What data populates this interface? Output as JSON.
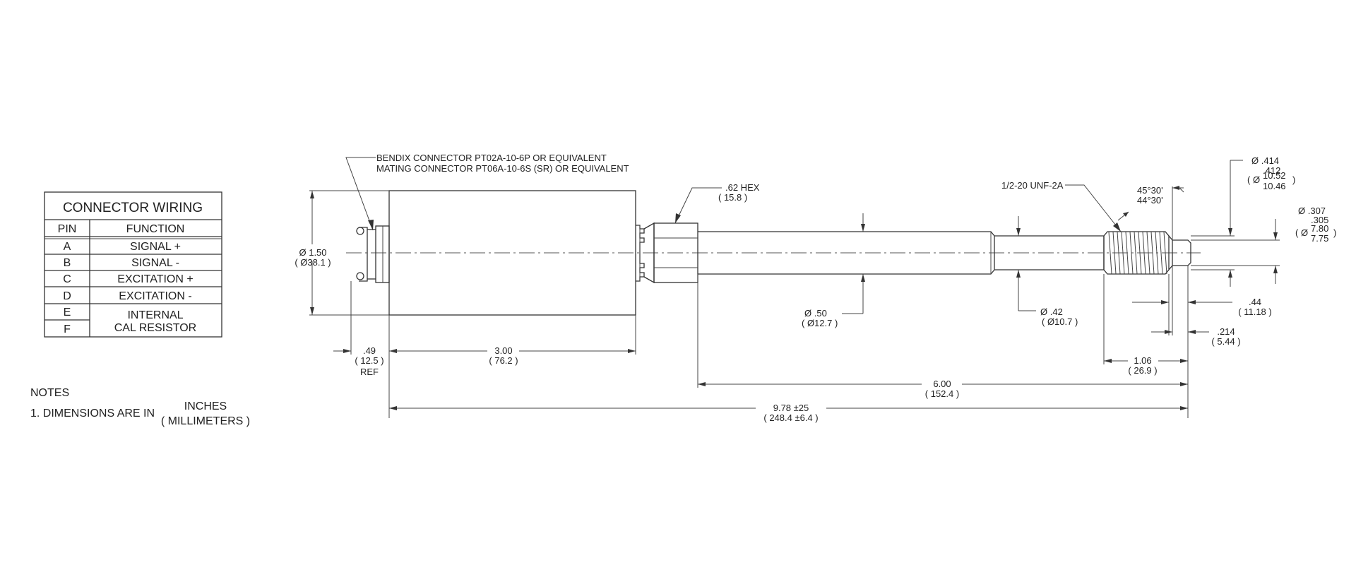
{
  "wiring_table": {
    "title": "CONNECTOR WIRING",
    "headers": [
      "PIN",
      "FUNCTION"
    ],
    "rows": [
      {
        "pin": "A",
        "function": "SIGNAL +"
      },
      {
        "pin": "B",
        "function": "SIGNAL -"
      },
      {
        "pin": "C",
        "function": "EXCITATION +"
      },
      {
        "pin": "D",
        "function": "EXCITATION -"
      },
      {
        "pin": "E",
        "function": "INTERNAL"
      },
      {
        "pin": "F",
        "function": "CAL RESISTOR"
      }
    ]
  },
  "notes": {
    "title": "NOTES",
    "item1_prefix": "1. DIMENSIONS ARE IN",
    "item1_unit_top": "INCHES",
    "item1_unit_bottom": "( MILLIMETERS )"
  },
  "callouts": {
    "connector_line1": "BENDIX CONNECTOR  PT02A-10-6P OR EQUIVALENT",
    "connector_line2": "MATING CONNECTOR  PT06A-10-6S (SR) OR EQUIVALENT",
    "hex": ".62 HEX",
    "hex_mm": "( 15.8 )",
    "thread": "1/2-20 UNF-2A",
    "angle1": "45°30'",
    "angle2": "44°30'"
  },
  "dimensions": {
    "body_dia": "Ø 1.50",
    "body_dia_mm": "( Ø38.1 )",
    "conn_len": ".49",
    "conn_len_mm": "( 12.5 )",
    "conn_ref": "REF",
    "body_len": "3.00",
    "body_len_mm": "( 76.2 )",
    "stem_dia": "Ø .50",
    "stem_dia_mm": "( Ø12.7 )",
    "neck_dia": "Ø .42",
    "neck_dia_mm": "( Ø10.7 )",
    "stem_len": "6.00",
    "stem_len_mm": "( 152.4 )",
    "overall_len": "9.78 ±25",
    "overall_len_mm": "( 248.4 ±6.4 )",
    "thread_len": "1.06",
    "thread_len_mm": "( 26.9 )",
    "tip_len": ".44",
    "tip_len_mm": "( 11.18 )",
    "tip_step": ".214",
    "tip_step_mm": "( 5.44 )",
    "shoulder_dia": "Ø .414",
    "shoulder_dia2": ".412",
    "shoulder_dia_mm_open": "( Ø",
    "shoulder_dia_mm1": "10.52",
    "shoulder_dia_mm2": "10.46",
    "shoulder_dia_mm_close": ")",
    "tip_dia": "Ø .307",
    "tip_dia2": ".305",
    "tip_dia_mm_open": "( Ø",
    "tip_dia_mm1": "7.80",
    "tip_dia_mm2": "7.75",
    "tip_dia_mm_close": ")"
  }
}
